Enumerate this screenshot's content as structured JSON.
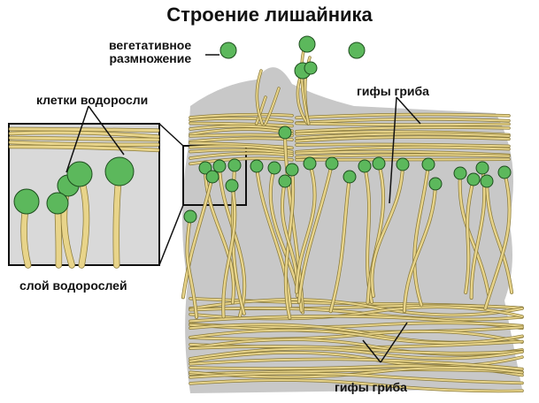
{
  "title": "Строение лишайника",
  "labels": {
    "vegetative_1": "вегетативное",
    "vegetative_2": "размножение",
    "algae_cells": "клетки водоросли",
    "fungal_hyphae_top": "гифы гриба",
    "algae_layer": "слой водорослей",
    "fungal_hyphae_bottom": "гифы гриба"
  },
  "colors": {
    "hyphae": "#e8d48a",
    "hyphae_outline": "#8a7a3a",
    "algae": "#5cb85c",
    "background_tissue": "#c8c8c8"
  }
}
